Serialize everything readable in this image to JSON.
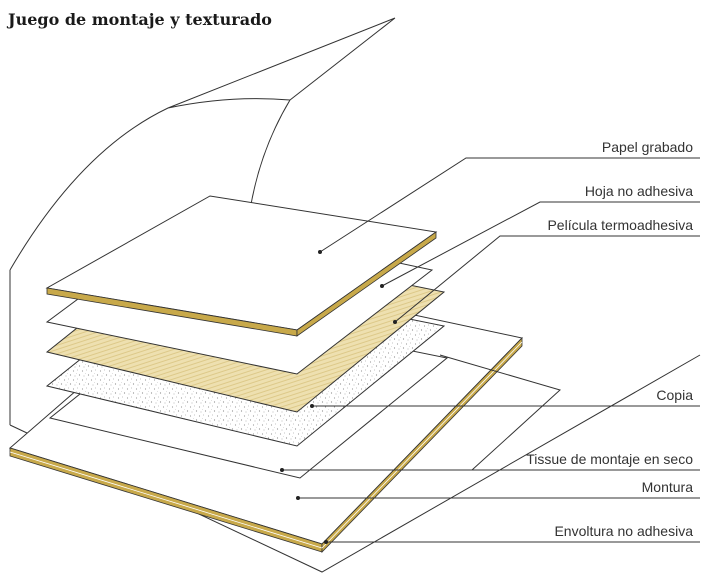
{
  "title": "Juego de montaje y texturado",
  "colors": {
    "line": "#333333",
    "paper": "#ffffff",
    "board_edge": "#c8a94a",
    "film_fill": "#eee0b0",
    "print_speckle": "#9a9a9a"
  },
  "labels": {
    "papel_grabado": "Papel grabado",
    "hoja_no_adhesiva": "Hoja no adhesiva",
    "pelicula_termoadhesiva": "Película termoadhesiva",
    "copia": "Copia",
    "tissue": "Tissue de montaje en seco",
    "montura": "Montura",
    "envoltura": "Envoltura no adhesiva"
  }
}
